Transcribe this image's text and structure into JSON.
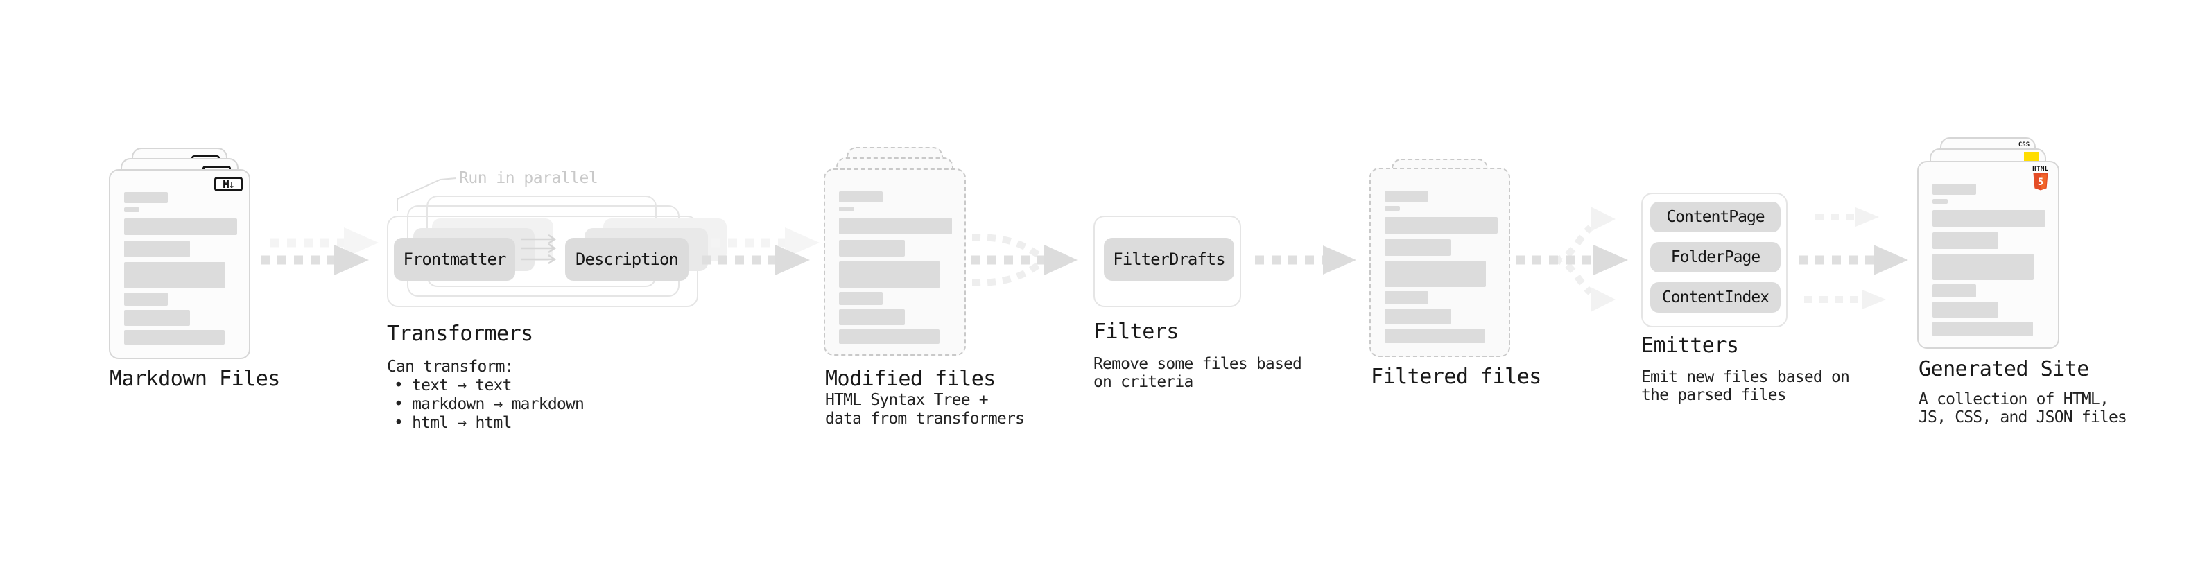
{
  "sections": {
    "markdown_files": {
      "title": "Markdown Files",
      "file_icon": "M↓"
    },
    "transformers": {
      "title": "Transformers",
      "annotation": "Run in parallel",
      "chips": [
        "Frontmatter",
        "Description"
      ],
      "note_heading": "Can transform:",
      "note_bullets": [
        "text → text",
        "markdown → markdown",
        "html → html"
      ]
    },
    "modified_files": {
      "title": "Modified files",
      "subtitle_lines": [
        "HTML Syntax Tree +",
        "data from transformers"
      ]
    },
    "filters": {
      "title": "Filters",
      "chip": "FilterDrafts",
      "subtitle_lines": [
        "Remove some files based",
        "on criteria"
      ]
    },
    "filtered_files": {
      "title": "Filtered files"
    },
    "emitters": {
      "title": "Emitters",
      "chips": [
        "ContentPage",
        "FolderPage",
        "ContentIndex"
      ],
      "subtitle_lines": [
        "Emit new files based on",
        "the parsed files"
      ]
    },
    "generated_site": {
      "title": "Generated Site",
      "subtitle_lines": [
        "A collection of HTML,",
        "JS, CSS, and JSON files"
      ],
      "badges": {
        "css": "CSS",
        "html_label": "HTML",
        "html_number": "5"
      }
    }
  },
  "colors": {
    "html5_shield": "#e44d26",
    "js_yellow": "#ffdd00",
    "css_underline": "#2962ff",
    "chip_bg": "#dcdcdc",
    "arrow_main": "#dfdfdf",
    "arrow_faint": "#f2f2f2"
  }
}
